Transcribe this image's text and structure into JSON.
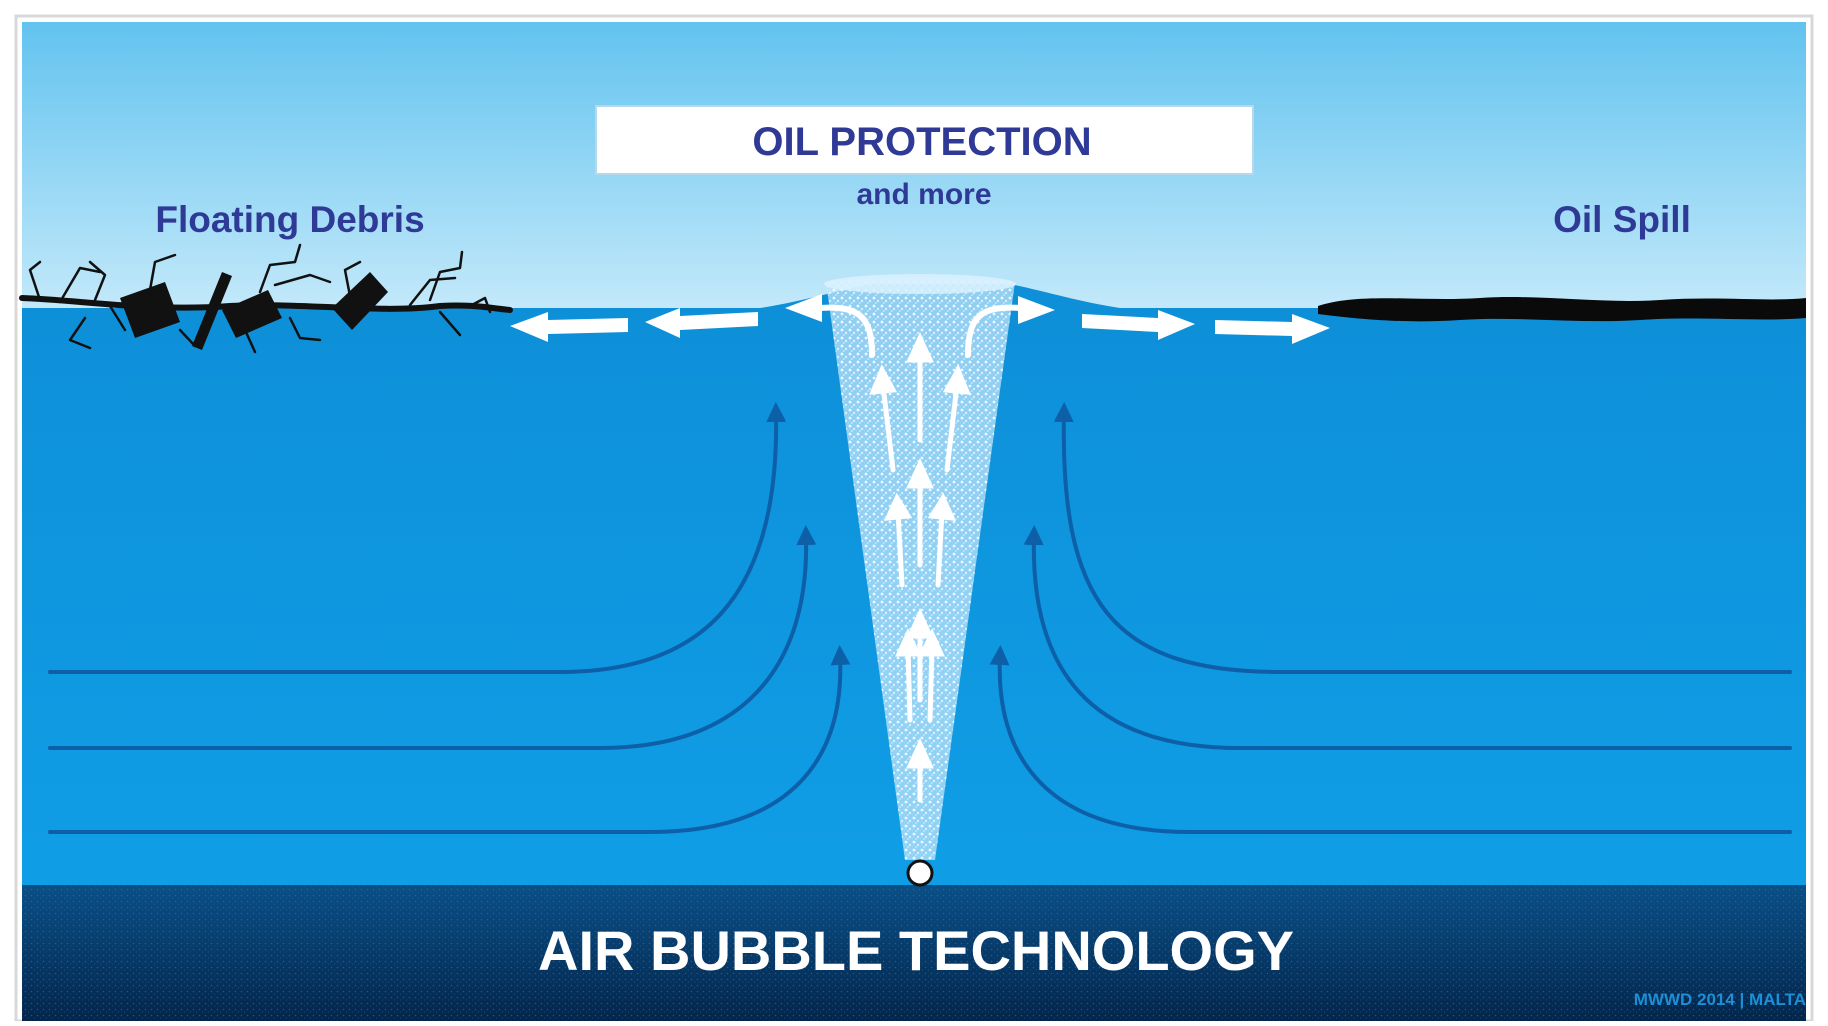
{
  "diagram": {
    "title": "OIL PROTECTION",
    "subtitle": "and more",
    "left_label": "Floating Debris",
    "right_label": "Oil Spill",
    "bottom_title": "AIR BUBBLE TECHNOLOGY",
    "credit": "MWWD 2014 | MALTA"
  },
  "colors": {
    "sky_top": "#62c3ef",
    "sky_bottom": "#c4e9fa",
    "water_top": "#0e8fd8",
    "water_bottom": "#0f9ee6",
    "current_lines": "#0d5fa8",
    "seabed_top": "#0a4f86",
    "seabed_bottom": "#04254a",
    "label_text": "#2f3a96",
    "debris": "#111111",
    "oil": "#0a0a0a",
    "bubbles": "#ffffff"
  },
  "icons": [
    "diffuser-nozzle-icon",
    "bubble-plume-icon",
    "up-arrow-icon",
    "surface-flow-arrow-icon",
    "debris-icon",
    "oil-slick-icon"
  ]
}
